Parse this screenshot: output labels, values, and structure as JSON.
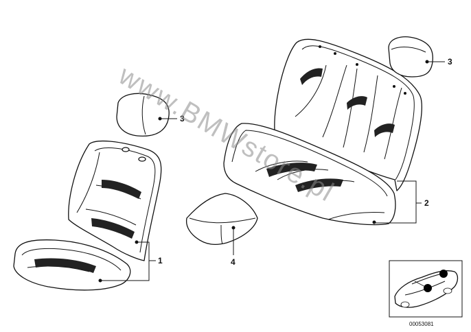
{
  "watermark": "www.BMWstore.pl",
  "callouts": {
    "c1": "1",
    "c2": "2",
    "c3a": "3",
    "c3b": "3",
    "c4": "4"
  },
  "reference_number": "00053081"
}
